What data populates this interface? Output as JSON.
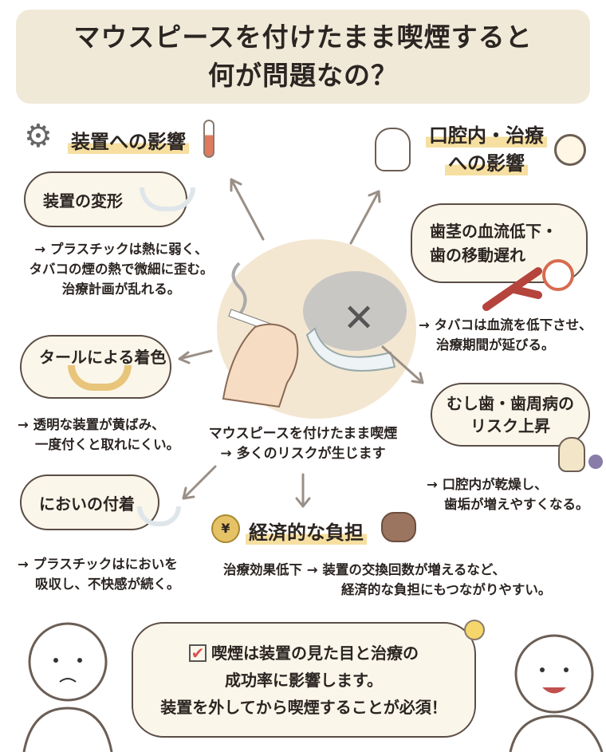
{
  "title": {
    "line1": "マウスピースを付けたまま喫煙すると",
    "line2": "何が問題なの？"
  },
  "left": {
    "heading": "装置への影響",
    "deform": {
      "label": "装置の変形",
      "lines": [
        "→ プラスチックは熱に弱く、",
        "タバコの煙の熱で微細に歪む。",
        "治療計画が乱れる。"
      ]
    },
    "stain": {
      "label": "タールによる着色",
      "lines": [
        "→ 透明な装置が黄ばみ、",
        "一度付くと取れにくい。"
      ]
    },
    "odor": {
      "label": "においの付着",
      "lines": [
        "→ プラスチックはにおいを",
        "吸収し、不快感が続く。"
      ]
    }
  },
  "right": {
    "heading_line1": "口腔内・治療",
    "heading_line2": "への影響",
    "blood": {
      "label_line1": "歯茎の血流低下・",
      "label_line2": "歯の移動遅れ",
      "lines": [
        "→ タバコは血流を低下させ、",
        "治療期間が延びる。"
      ]
    },
    "decay": {
      "label_line1": "むし歯・歯周病の",
      "label_line2": "リスク上昇",
      "lines": [
        "→ 口腔内が乾燥し、",
        "歯垢が増えやすくなる。"
      ]
    }
  },
  "center": {
    "line1": "マウスピースを付けたまま喫煙",
    "line2": "→ 多くのリスクが生じます"
  },
  "economic": {
    "heading": "経済的な負担",
    "yen": "¥",
    "line1": "治療効果低下 → 装置の交換回数が増えるなど、",
    "line2": "経済的な負担にもつながりやすい。"
  },
  "conclusion": {
    "line1": "喫煙は装置の見た目と治療の",
    "line2": "成功率に影響します。",
    "line3": "装置を外してから喫煙することが必須！"
  },
  "colors": {
    "title_bg": "#f1e9d8",
    "highlight": "#f6dfa0",
    "bubble_bg": "#fbf6ea",
    "check": "#d9534f"
  }
}
